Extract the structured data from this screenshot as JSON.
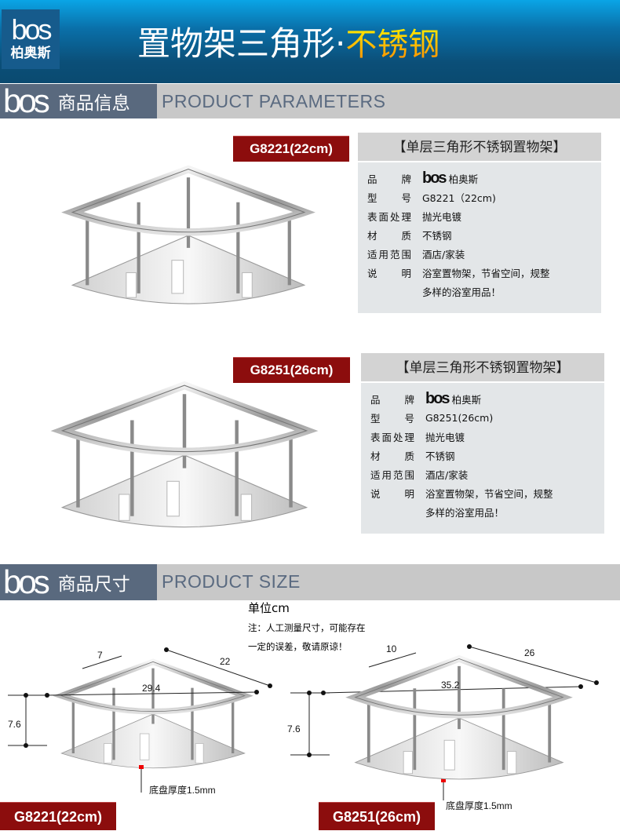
{
  "header": {
    "logo_mark": "bos",
    "logo_cn": "柏奥斯",
    "title": "置物架三角形·",
    "title_highlight": "不锈钢"
  },
  "section_params": {
    "logo": "bos",
    "cn": "商品信息",
    "en": "PRODUCT PARAMETERS"
  },
  "products": [
    {
      "tag": "G8221(22cm)",
      "panel_title": "【单层三角形不锈钢置物架】",
      "rows": [
        {
          "k": "品牌",
          "v": "柏奥斯",
          "logo": "bos"
        },
        {
          "k": "型号",
          "v": "G8221（22cm)"
        },
        {
          "k": "表面处理",
          "v": "抛光电镀"
        },
        {
          "k": "材质",
          "v": "不锈钢"
        },
        {
          "k": "适用范围",
          "v": "酒店/家装"
        },
        {
          "k": "说明",
          "v": "浴室置物架，节省空间，规整",
          "v2": "多样的浴室用品！"
        }
      ]
    },
    {
      "tag": "G8251(26cm)",
      "panel_title": "【单层三角形不锈钢置物架】",
      "rows": [
        {
          "k": "品牌",
          "v": "柏奥斯",
          "logo": "bos"
        },
        {
          "k": "型号",
          "v": "G8251(26cm)"
        },
        {
          "k": "表面处理",
          "v": "抛光电镀"
        },
        {
          "k": "材质",
          "v": "不锈钢"
        },
        {
          "k": "适用范围",
          "v": "酒店/家装"
        },
        {
          "k": "说明",
          "v": "浴室置物架，节省空间，规整",
          "v2": "多样的浴室用品！"
        }
      ]
    }
  ],
  "section_size": {
    "logo": "bos",
    "cn": "商品尺寸",
    "en": "PRODUCT SIZE"
  },
  "size": {
    "unit": "单位cm",
    "note1": "注：人工测量尺寸，可能存在",
    "note2": "一定的误差，敬请原谅！",
    "a": {
      "depth": "7",
      "side": "22",
      "diag": "29.4",
      "height": "7.6",
      "base": "底盘厚度1.5mm",
      "tag": "G8221(22cm)"
    },
    "b": {
      "depth": "10",
      "side": "26",
      "diag": "35.2",
      "height": "7.6",
      "base": "底盘厚度1.5mm",
      "tag": "G8251(26cm)"
    }
  }
}
